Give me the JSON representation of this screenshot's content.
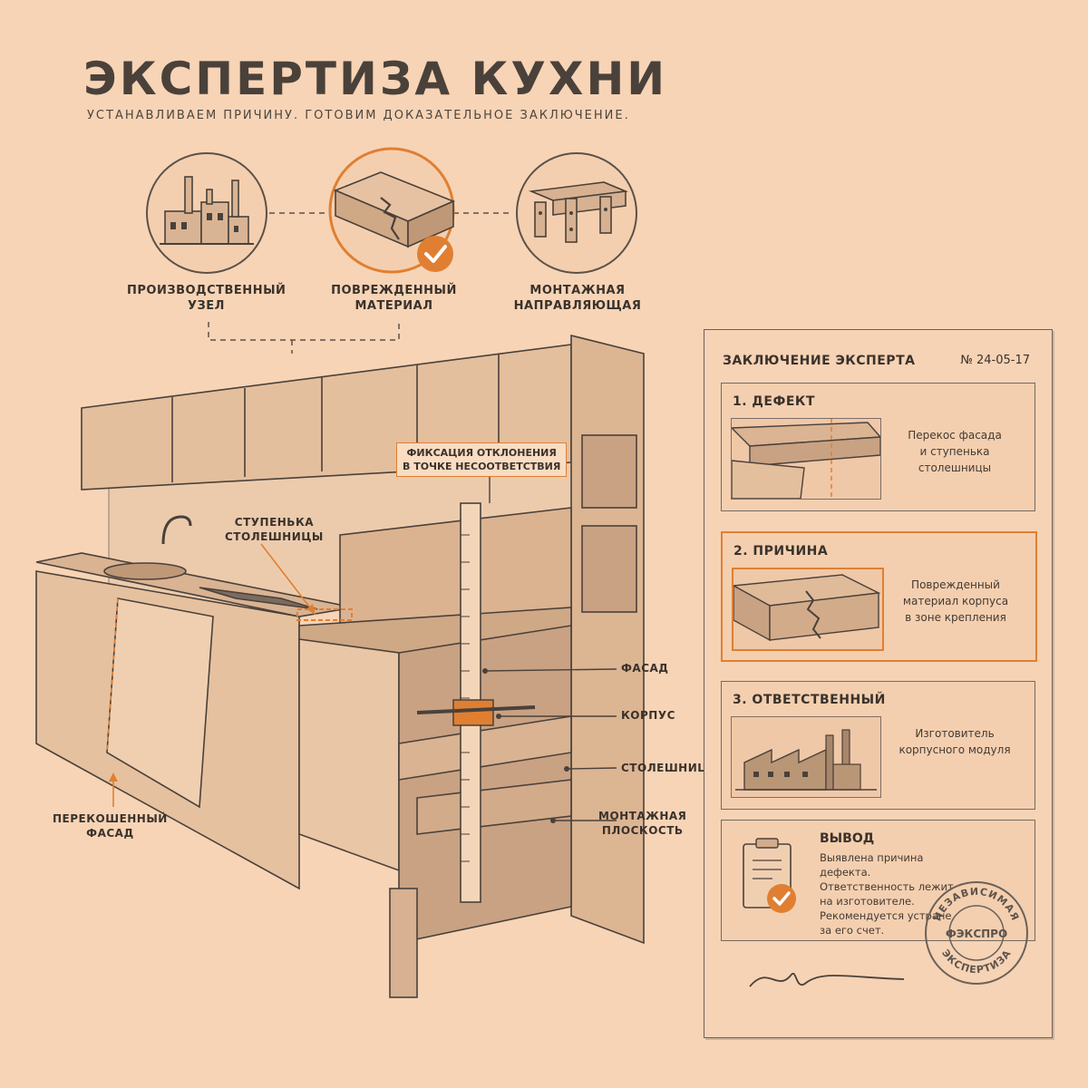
{
  "header": {
    "title": "ЭКСПЕРТИЗА КУХНИ",
    "subtitle": "УСТАНАВЛИВАЕМ ПРИЧИНУ. ГОТОВИМ ДОКАЗАТЕЛЬНОЕ ЗАКЛЮЧЕНИЕ."
  },
  "circles": [
    {
      "label": "ПРОИЗВОДСТВЕННЫЙ\nУЗЕЛ",
      "icon": "factory-icon"
    },
    {
      "label": "ПОВРЕЖДЕННЫЙ\nМАТЕРИАЛ",
      "icon": "cracked-board-icon",
      "highlighted": true
    },
    {
      "label": "МОНТАЖНАЯ\nНАПРАВЛЯЮЩАЯ",
      "icon": "mounting-rail-icon"
    }
  ],
  "callouts": {
    "step": "СТУПЕНЬКА\nСТОЛЕШНИЦЫ",
    "fixation": "ФИКСАЦИЯ ОТКЛОНЕНИЯ\nВ ТОЧКЕ НЕСООТВЕТСТВИЯ",
    "facade": "ФАСАД",
    "body": "КОРПУС",
    "countertop": "СТОЛЕШНИЦА",
    "mounting_plane": "МОНТАЖНАЯ\nПЛОСКОСТЬ",
    "skewed_facade": "ПЕРЕКОШЕННЫЙ\nФАСАД"
  },
  "report": {
    "title": "ЗАКЛЮЧЕНИЕ ЭКСПЕРТА",
    "number": "№ 24-05-17",
    "cards": [
      {
        "heading": "1. ДЕФЕКТ",
        "text": "Перекос фасада\nи ступенька\nстолешницы"
      },
      {
        "heading": "2. ПРИЧИНА",
        "text": "Поврежденный\nматериал корпуса\nв зоне крепления"
      },
      {
        "heading": "3. ОТВЕТСТВЕННЫЙ",
        "text": "Изготовитель\nкорпусного модуля"
      }
    ],
    "conclusion": {
      "heading": "ВЫВОД",
      "text": "Выявлена причина дефекта.\nОтветственность лежит\nна изготовителе.\nРекомендуется устране\nза его счет."
    },
    "stamp": {
      "top": "НЕЗАВИСИМАЯ",
      "center": "ФЭКСПРО",
      "bottom": "ЭКСПЕРТИЗА"
    }
  },
  "colors": {
    "accent": "#e07f32",
    "paper": "#f7d4b6",
    "ink": "#3a322c"
  }
}
